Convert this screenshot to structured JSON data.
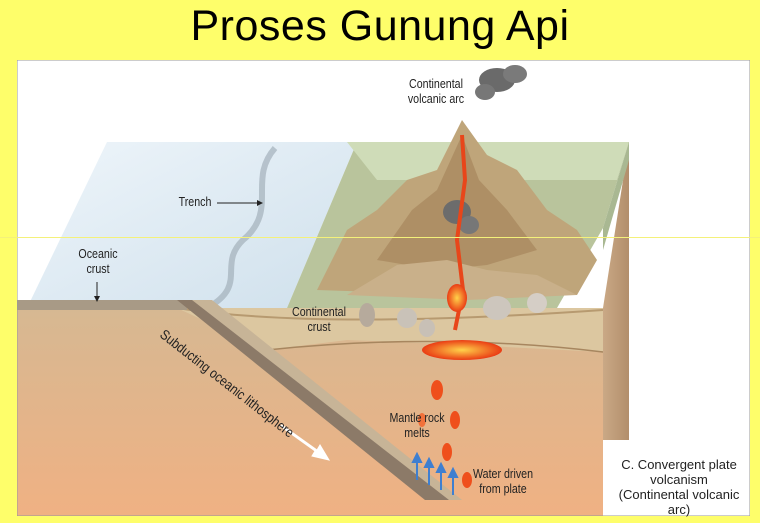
{
  "title": "Proses Gunung Api",
  "labels": {
    "volcanic_arc": "Continental volcanic arc",
    "trench": "Trench",
    "oceanic_crust": "Oceanic crust",
    "continental_crust": "Continental crust",
    "subducting": "Subducting oceanic lithosphere",
    "mantle_melts": "Mantle rock melts",
    "water_driven": "Water driven from plate"
  },
  "caption": {
    "line1": "C. Convergent plate",
    "line2": "volcanism",
    "line3": "(Continental volcanic arc)"
  },
  "colors": {
    "background": "#fefe6a",
    "ocean": "#dde9f3",
    "crust": "#d9c39c",
    "mantle": "#e3b488",
    "magma": "#f2541c",
    "land": "#c2b089",
    "water_arrows": "#3f7fd0"
  }
}
